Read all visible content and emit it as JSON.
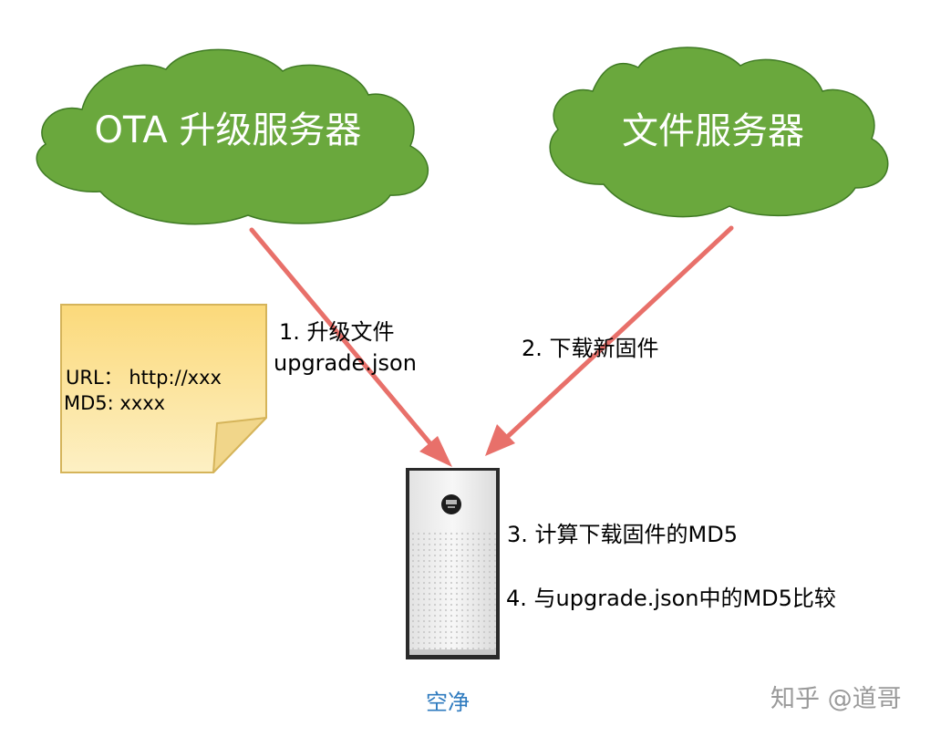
{
  "nodes": {
    "ota_server": "OTA 升级服务器",
    "file_server": "文件服务器",
    "device_caption": "空净"
  },
  "note": {
    "line1": "URL：  http://xxx",
    "line2": "MD5:  xxxx"
  },
  "edges": {
    "step1_line1": "1. 升级文件",
    "step1_line2": "upgrade.json",
    "step2": "2. 下载新固件"
  },
  "steps": {
    "step3": "3. 计算下载固件的MD5",
    "step4": "4. 与upgrade.json中的MD5比较"
  },
  "watermark": "知乎 @道哥",
  "colors": {
    "cloud_fill": "#6aa83d",
    "cloud_stroke": "#3f7a24",
    "arrow": "#e8706a",
    "note_fill": "#fbe39c",
    "note_stroke": "#d5b45a",
    "caption": "#2f7bbf"
  },
  "icons": {
    "device": "air-purifier-icon"
  }
}
